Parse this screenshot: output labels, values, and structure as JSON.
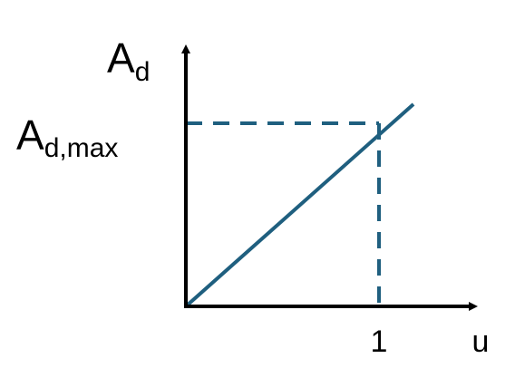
{
  "diagram": {
    "y_axis_label": {
      "main": "A",
      "sub": "d"
    },
    "y_marker_label": {
      "main": "A",
      "sub": "d,max"
    },
    "x_tick_label": "1",
    "x_axis_label": "u",
    "line_color": "#1f5f7f",
    "axis_color": "#000000"
  }
}
